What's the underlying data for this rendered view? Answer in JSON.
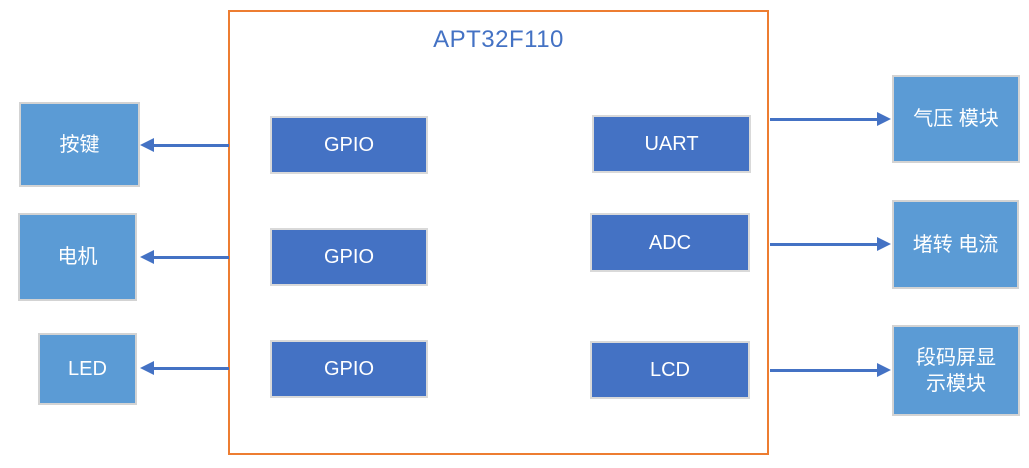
{
  "diagram": {
    "title": "APT32F110",
    "chip_blocks": {
      "gpio1": "GPIO",
      "gpio2": "GPIO",
      "gpio3": "GPIO",
      "uart": "UART",
      "adc": "ADC",
      "lcd": "LCD"
    },
    "peripherals": {
      "button": "按键",
      "motor": "电机",
      "led": "LED",
      "pressure_module": "气压 模块",
      "stall_current": "堵转 电流",
      "segment_display": "段码屏显\n示模块"
    },
    "connections": [
      {
        "from": "gpio1",
        "to": "按键",
        "direction": "left"
      },
      {
        "from": "gpio2",
        "to": "电机",
        "direction": "left"
      },
      {
        "from": "gpio3",
        "to": "LED",
        "direction": "left"
      },
      {
        "from": "uart",
        "to": "气压 模块",
        "direction": "right"
      },
      {
        "from": "adc",
        "to": "堵转 电流",
        "direction": "right"
      },
      {
        "from": "lcd",
        "to": "段码屏显示模块",
        "direction": "right"
      }
    ],
    "colors": {
      "chip_outline": "#ED7D31",
      "chip_block_fill": "#4472C4",
      "peripheral_fill": "#5B9BD5",
      "arrow": "#4472C4",
      "title_text": "#4472C4",
      "block_text": "#ffffff"
    }
  }
}
